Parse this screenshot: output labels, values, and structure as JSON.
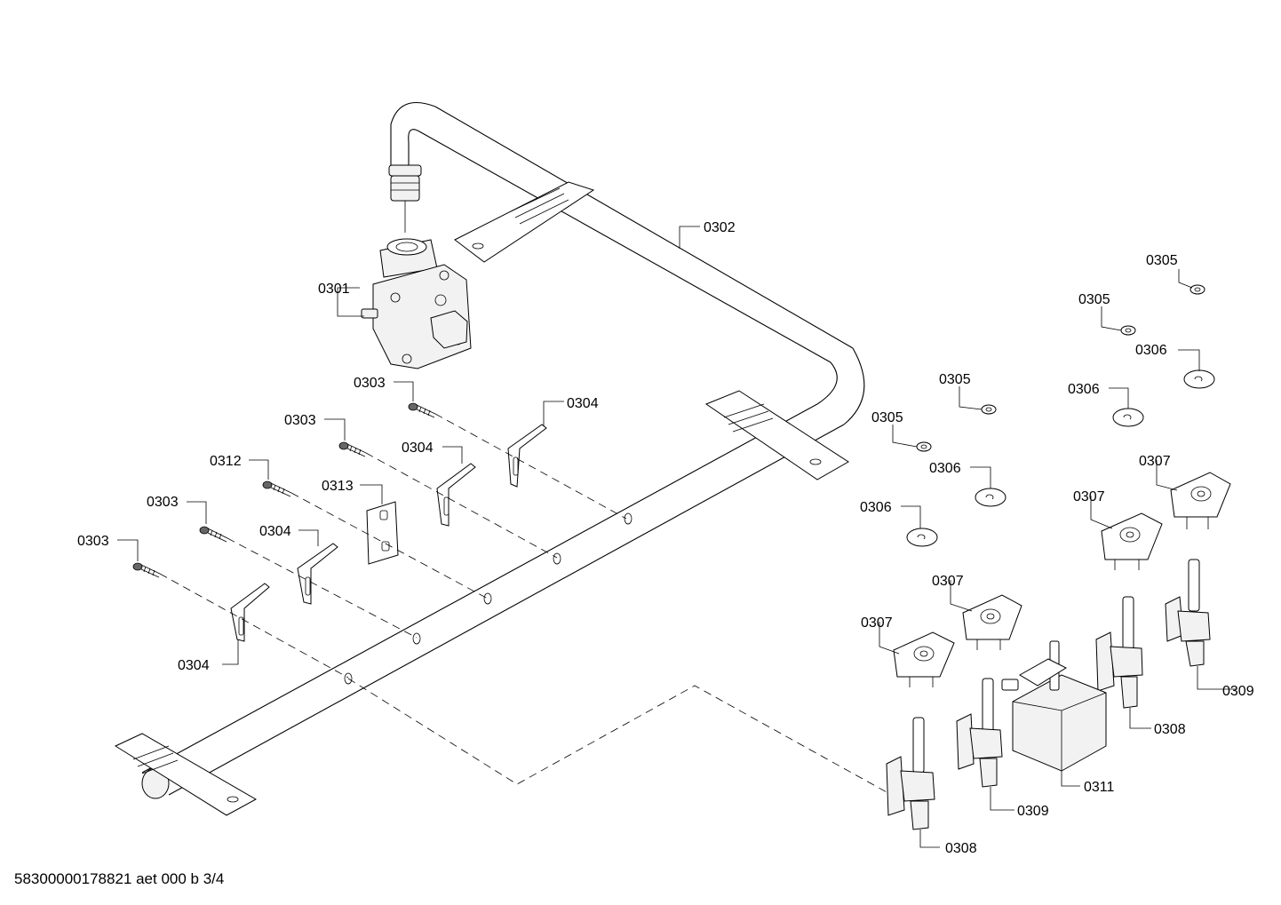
{
  "diagram": {
    "callouts": [
      {
        "id": "c-0301",
        "text": "0301"
      },
      {
        "id": "c-0302",
        "text": "0302"
      },
      {
        "id": "c-0303a",
        "text": "0303"
      },
      {
        "id": "c-0303b",
        "text": "0303"
      },
      {
        "id": "c-0303c",
        "text": "0303"
      },
      {
        "id": "c-0303d",
        "text": "0303"
      },
      {
        "id": "c-0304a",
        "text": "0304"
      },
      {
        "id": "c-0304b",
        "text": "0304"
      },
      {
        "id": "c-0304c",
        "text": "0304"
      },
      {
        "id": "c-0304d",
        "text": "0304"
      },
      {
        "id": "c-0305a",
        "text": "0305"
      },
      {
        "id": "c-0305b",
        "text": "0305"
      },
      {
        "id": "c-0305c",
        "text": "0305"
      },
      {
        "id": "c-0305d",
        "text": "0305"
      },
      {
        "id": "c-0306a",
        "text": "0306"
      },
      {
        "id": "c-0306b",
        "text": "0306"
      },
      {
        "id": "c-0306c",
        "text": "0306"
      },
      {
        "id": "c-0306d",
        "text": "0306"
      },
      {
        "id": "c-0307a",
        "text": "0307"
      },
      {
        "id": "c-0307b",
        "text": "0307"
      },
      {
        "id": "c-0307c",
        "text": "0307"
      },
      {
        "id": "c-0307d",
        "text": "0307"
      },
      {
        "id": "c-0308a",
        "text": "0308"
      },
      {
        "id": "c-0308b",
        "text": "0308"
      },
      {
        "id": "c-0309a",
        "text": "0309"
      },
      {
        "id": "c-0309b",
        "text": "0309"
      },
      {
        "id": "c-0311",
        "text": "0311"
      },
      {
        "id": "c-0312",
        "text": "0312"
      },
      {
        "id": "c-0313",
        "text": "0313"
      }
    ]
  },
  "footer": {
    "document_code": "58300000178821 aet 000 b 3/4"
  }
}
